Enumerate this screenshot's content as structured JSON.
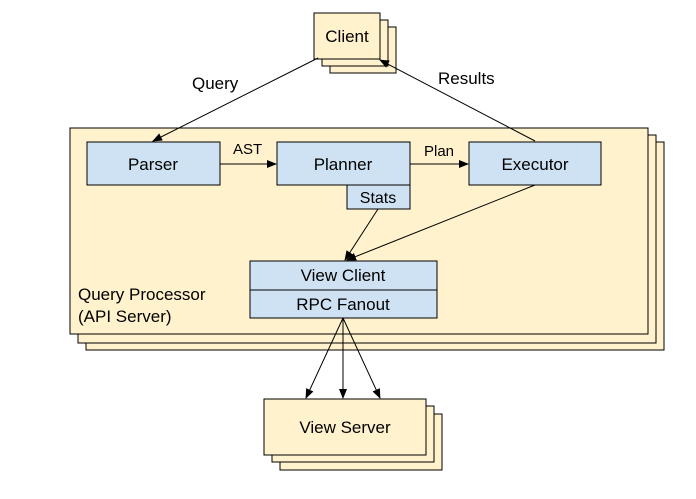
{
  "client": {
    "label": "Client"
  },
  "edges": {
    "query": "Query",
    "results": "Results",
    "ast": "AST",
    "plan": "Plan"
  },
  "processor": {
    "label_line1": "Query Processor",
    "label_line2": "(API Server)",
    "parser": "Parser",
    "planner": "Planner",
    "stats": "Stats",
    "executor": "Executor",
    "view_client": "View Client",
    "rpc_fanout": "RPC Fanout"
  },
  "view_server": {
    "label": "View Server"
  },
  "colors": {
    "container_fill": "#fff2cc",
    "component_fill": "#cfe2f3",
    "stroke": "#000000"
  }
}
